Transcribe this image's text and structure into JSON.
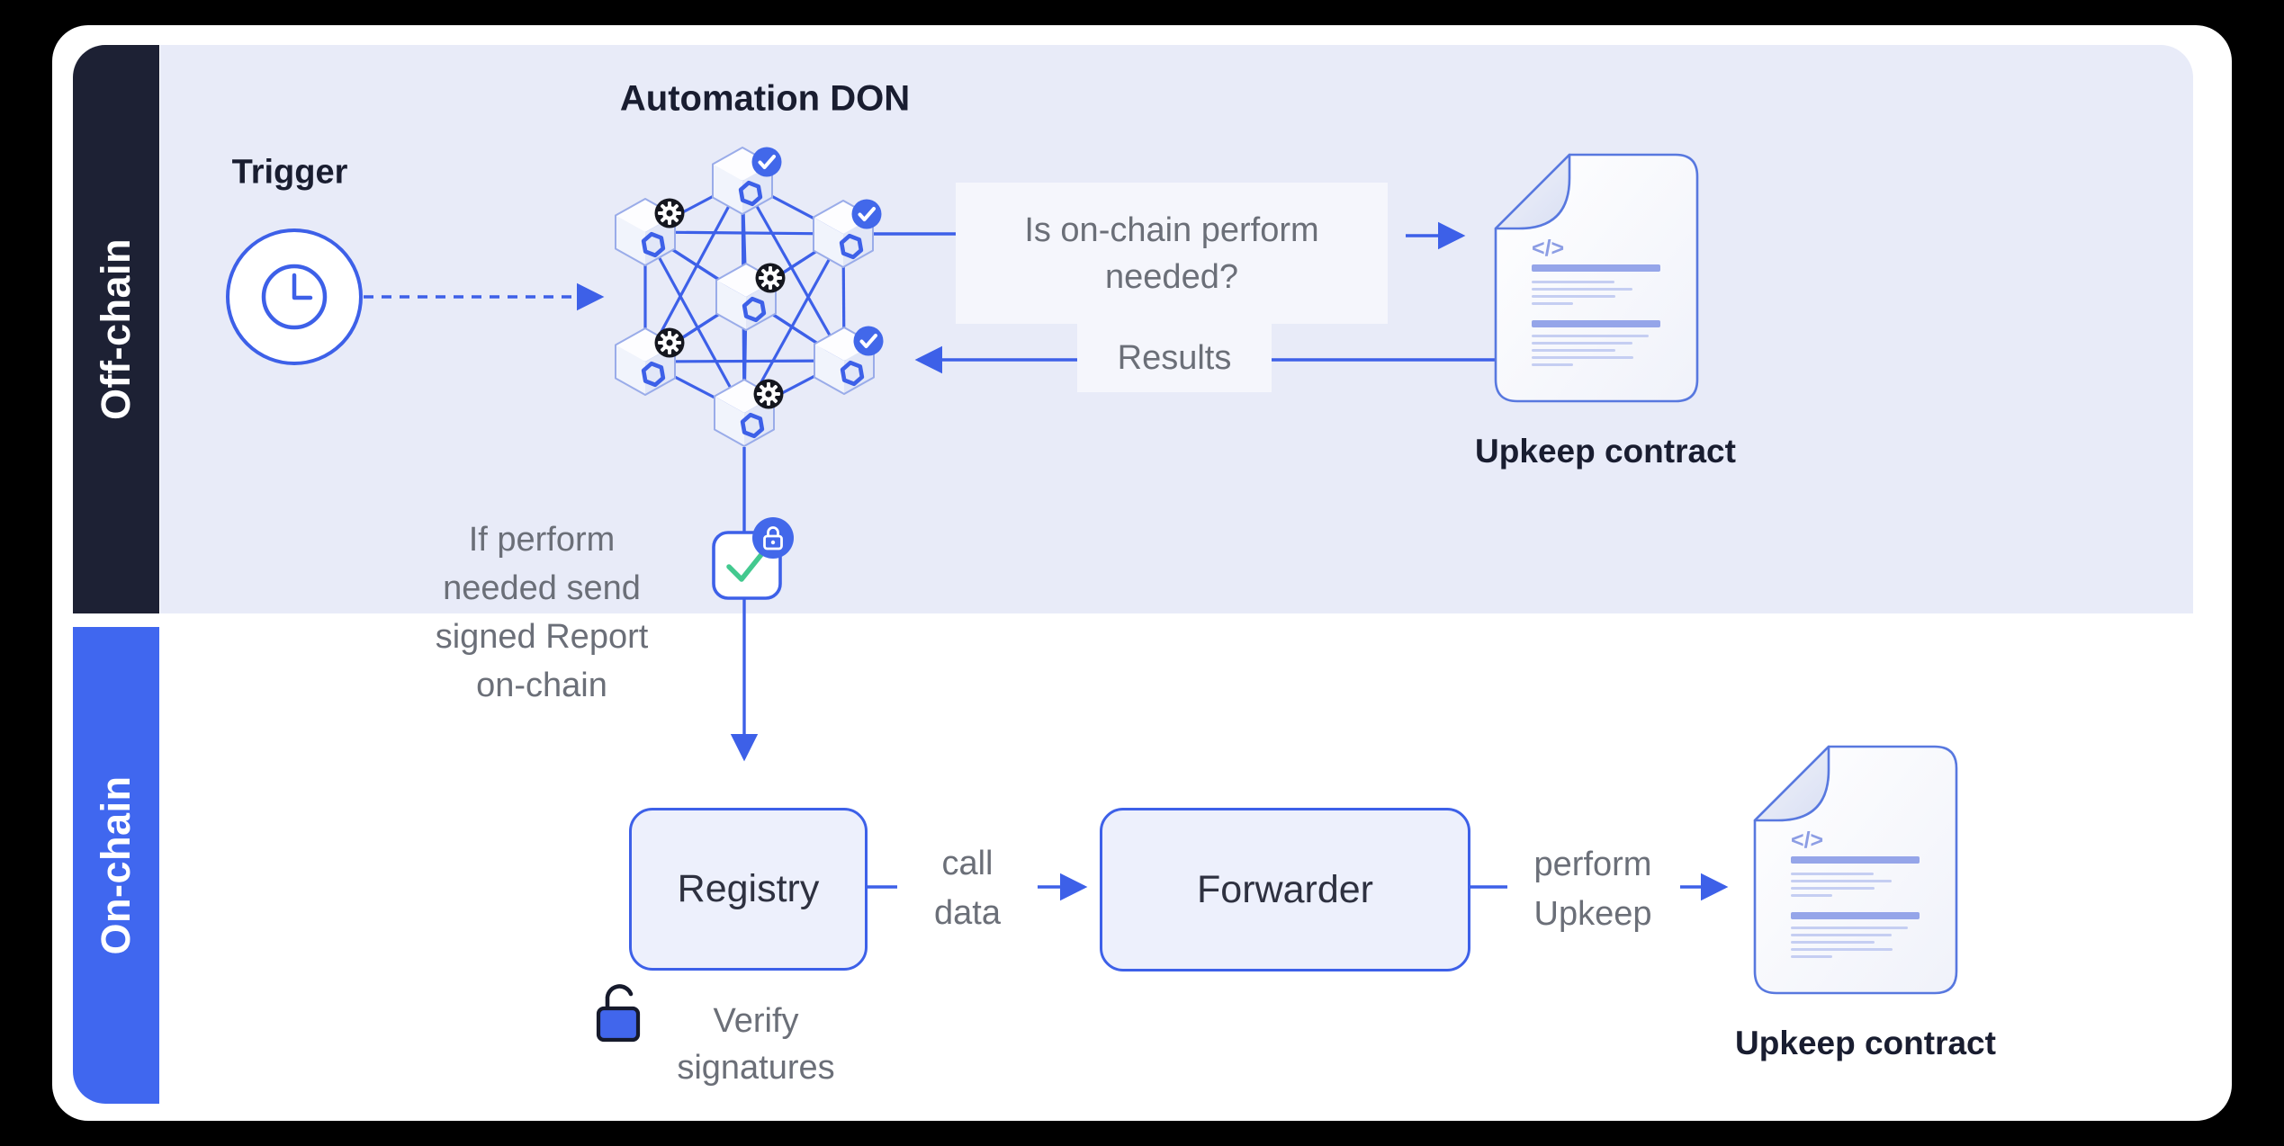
{
  "sidebar": {
    "offchain_label": "Off-chain",
    "onchain_label": "On-chain"
  },
  "offchain": {
    "trigger_label": "Trigger",
    "don_title": "Automation DON",
    "question_lines": [
      "Is on-chain perform",
      "needed?"
    ],
    "results_label": "Results",
    "upkeep_contract_label": "Upkeep contract",
    "report_note_lines": [
      "If perform",
      "needed send",
      "signed Report",
      "on-chain"
    ]
  },
  "onchain": {
    "registry_label": "Registry",
    "call_data_lines": [
      "call",
      "data"
    ],
    "forwarder_label": "Forwarder",
    "perform_lines": [
      "perform",
      "Upkeep"
    ],
    "upkeep_contract_label": "Upkeep contract",
    "verify_lines": [
      "Verify",
      "signatures"
    ]
  },
  "icons": {
    "code_glyph": "</>"
  },
  "colors": {
    "page_bg": "#000000",
    "card_bg": "#FFFFFF",
    "offchain_band": "#E8EBF8",
    "offchain_tab": "#1D2134",
    "onchain_tab": "#4067EF",
    "line_blue": "#3D60E8",
    "badge_blue": "#4268EA",
    "gear_badge_dark": "#15171F",
    "check_green": "#43C98F",
    "doc_border": "#5878DF",
    "text_dark": "#191D30",
    "text_gray": "#6B6F78"
  }
}
